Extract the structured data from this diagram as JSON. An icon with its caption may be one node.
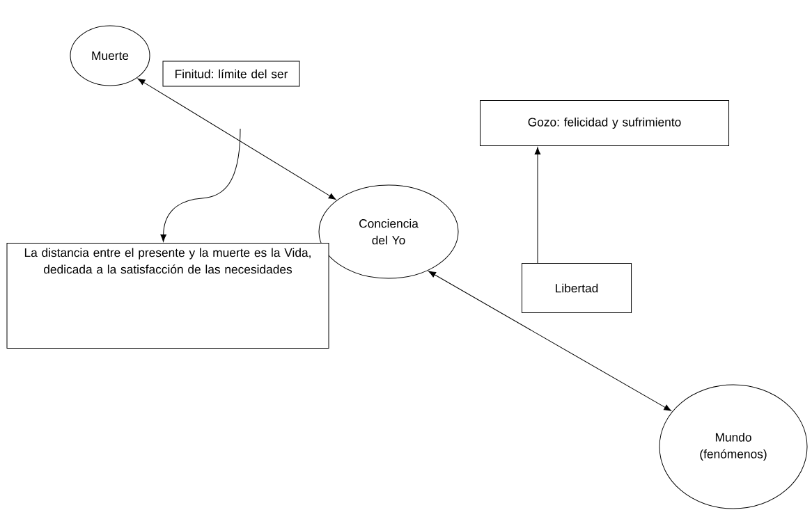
{
  "diagram": {
    "nodes": [
      {
        "text": [
          "Muerte"
        ]
      },
      {
        "text": [
          "Finitud: límite del ser"
        ]
      },
      {
        "text": [
          "Gozo: felicidad y sufrimiento"
        ]
      },
      {
        "text": [
          "Conciencia del Yo"
        ]
      },
      {
        "text": [
          "La distancia entre el presente y la muerte es la Vida, dedicada a la satisfacción de las necesidades"
        ]
      },
      {
        "text": [
          "Libertad"
        ]
      },
      {
        "text": [
          "Mundo (fenómenos)"
        ]
      }
    ],
    "edges": [
      {
        "from": 0,
        "to": 3,
        "arrow": "both"
      },
      {
        "from": 5,
        "to": 2,
        "arrow": "to"
      },
      {
        "from": 3,
        "to": 6,
        "arrow": "both"
      },
      {
        "from": null,
        "to": 4,
        "arrow": "to"
      }
    ]
  }
}
